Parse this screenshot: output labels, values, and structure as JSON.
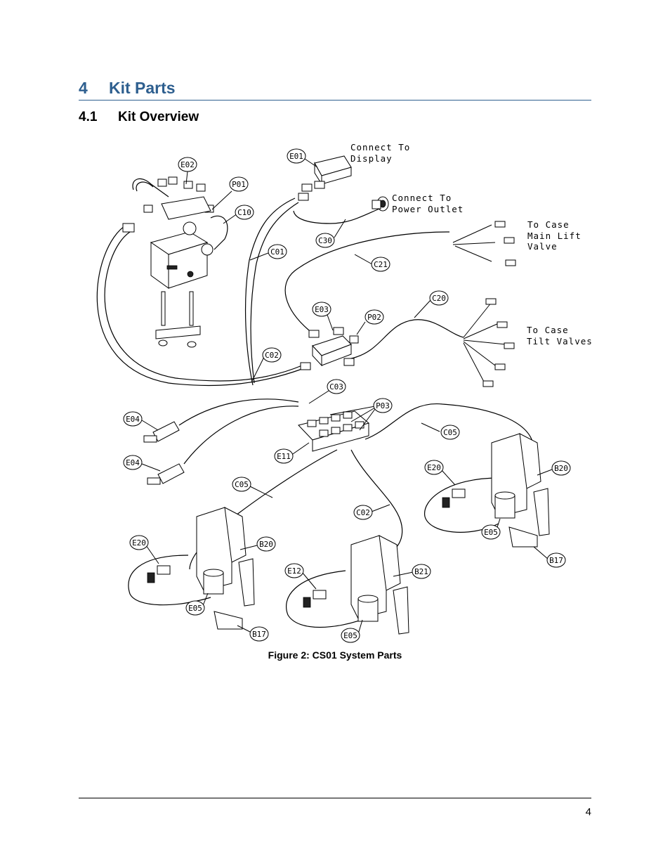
{
  "heading1": {
    "number": "4",
    "title": "Kit Parts"
  },
  "heading2": {
    "number": "4.1",
    "title": "Kit Overview"
  },
  "figure": {
    "caption": "Figure 2: CS01 System Parts",
    "callouts": {
      "e02": "E02",
      "p01": "P01",
      "c10": "C10",
      "e01": "E01",
      "c01": "C01",
      "c30": "C30",
      "c21": "C21",
      "e03": "E03",
      "p02": "P02",
      "c20": "C20",
      "c02a": "C02",
      "c03": "C03",
      "p03": "P03",
      "e04a": "E04",
      "e04b": "E04",
      "e11": "E11",
      "c05a": "C05",
      "c05b": "C05",
      "e20a": "E20",
      "b20a": "B20",
      "c02b": "C02",
      "e05a": "E05",
      "b17a": "B17",
      "e20b": "E20",
      "b20b": "B20",
      "e12": "E12",
      "b21": "B21",
      "e05b": "E05",
      "e05c": "E05",
      "b17b": "B17"
    },
    "notes": {
      "display_1": "Connect To",
      "display_2": "Display",
      "power_1": "Connect To",
      "power_2": "Power Outlet",
      "main_1": "To Case",
      "main_2": "Main Lift",
      "main_3": "Valve",
      "tilt_1": "To Case",
      "tilt_2": "Tilt Valves"
    }
  },
  "footer": {
    "page_number": "4"
  }
}
